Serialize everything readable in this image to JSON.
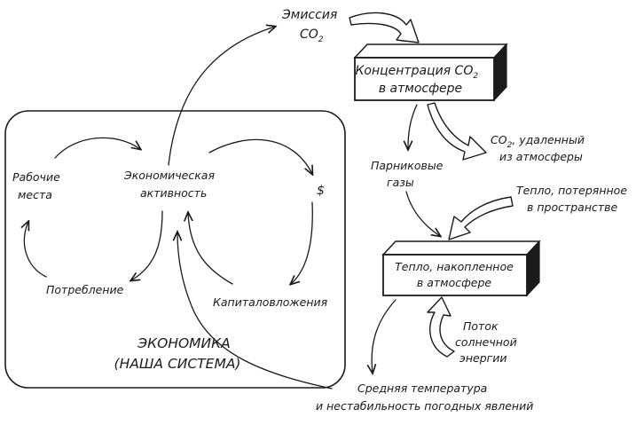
{
  "economy": {
    "title_line1": "ЭКОНОМИКА",
    "title_line2": "(НАША СИСТЕМА)",
    "jobs_line1": "Рабочие",
    "jobs_line2": "места",
    "activity_line1": "Экономическая",
    "activity_line2": "активность",
    "money": "$",
    "consumption": "Потребление",
    "investment": "Капиталовложения"
  },
  "emission": {
    "line1": "Эмиссия",
    "co": "CO",
    "sub": "2"
  },
  "concentration_box": {
    "line1": "Концентрация CO",
    "sub": "2",
    "line2": "в атмосфере"
  },
  "co2_removed": {
    "co": "CO",
    "sub": "2",
    "line1_rest": ", удаленный",
    "line2": "из атмосферы"
  },
  "greenhouse": {
    "line1": "Парниковые",
    "line2": "газы"
  },
  "heat_lost": {
    "line1": "Тепло, потерянное",
    "line2": "в пространстве"
  },
  "heat_box": {
    "line1": "Тепло, накопленное",
    "line2": "в атмосфере"
  },
  "solar": {
    "line1": "Поток",
    "line2": "солнечной",
    "line3": "энергии"
  },
  "temperature": {
    "line1": "Средняя температура",
    "line2": "и нестабильность погодных явлений"
  }
}
